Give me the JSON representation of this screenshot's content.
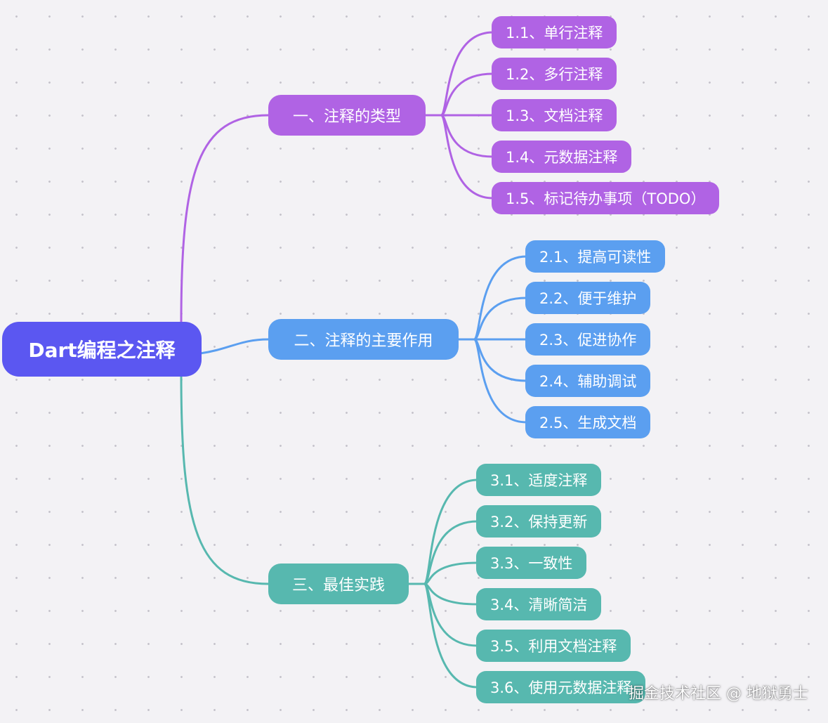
{
  "colors": {
    "root": "#5b57f1",
    "branch1": "#b063e4",
    "branch2": "#5b9ff0",
    "branch3": "#57b8af"
  },
  "root": {
    "label": "Dart编程之注释"
  },
  "branches": [
    {
      "label": "一、注释的类型",
      "leaves": [
        "1.1、单行注释",
        "1.2、多行注释",
        "1.3、文档注释",
        "1.4、元数据注释",
        "1.5、标记待办事项（TODO）"
      ]
    },
    {
      "label": "二、注释的主要作用",
      "leaves": [
        "2.1、提高可读性",
        "2.2、便于维护",
        "2.3、促进协作",
        "2.4、辅助调试",
        "2.5、生成文档"
      ]
    },
    {
      "label": "三、最佳实践",
      "leaves": [
        "3.1、适度注释",
        "3.2、保持更新",
        "3.3、一致性",
        "3.4、清晰简洁",
        "3.5、利用文档注释",
        "3.6、使用元数据注释"
      ]
    }
  ],
  "watermark": "掘金技术社区 @ 地狱勇士"
}
